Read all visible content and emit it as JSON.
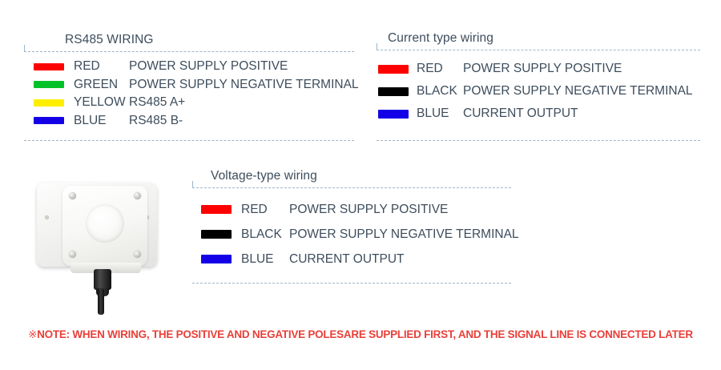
{
  "blocks": [
    {
      "id": "rs485",
      "title": "RS485 WIRING",
      "rows": [
        {
          "color_hex": "#fe0000",
          "color_name": "RED",
          "description": "POWER SUPPLY POSITIVE"
        },
        {
          "color_hex": "#00c127",
          "color_name": "GREEN",
          "description": "POWER SUPPLY NEGATIVE TERMINAL"
        },
        {
          "color_hex": "#ffee00",
          "color_name": "YELLOW",
          "description": "RS485 A+"
        },
        {
          "color_hex": "#1400e6",
          "color_name": "BLUE",
          "description": "RS485 B-"
        }
      ]
    },
    {
      "id": "current",
      "title": "Current type wiring",
      "rows": [
        {
          "color_hex": "#fe0000",
          "color_name": "RED",
          "description": "POWER SUPPLY POSITIVE"
        },
        {
          "color_hex": "#000000",
          "color_name": "BLACK",
          "description": "POWER SUPPLY NEGATIVE TERMINAL"
        },
        {
          "color_hex": "#1400e6",
          "color_name": "BLUE",
          "description": "CURRENT OUTPUT"
        }
      ]
    },
    {
      "id": "voltage",
      "title": "Voltage-type wiring",
      "rows": [
        {
          "color_hex": "#fe0000",
          "color_name": "RED",
          "description": "POWER SUPPLY POSITIVE"
        },
        {
          "color_hex": "#000000",
          "color_name": "BLACK",
          "description": "POWER SUPPLY NEGATIVE TERMINAL"
        },
        {
          "color_hex": "#1400e6",
          "color_name": "BLUE",
          "description": "CURRENT OUTPUT"
        }
      ]
    }
  ],
  "product": {
    "alt": "white dome sensor enclosure with cable gland"
  },
  "note": {
    "mark": "※",
    "text": "NOTE: WHEN WIRING, THE POSITIVE AND NEGATIVE POLESARE SUPPLIED FIRST, AND THE SIGNAL LINE IS CONNECTED LATER",
    "color_hex": "#e8403a"
  },
  "style": {
    "text_color_hex": "#3d4d5c",
    "rule_color_hex": "#9fb6c6",
    "background_hex": "#ffffff"
  }
}
